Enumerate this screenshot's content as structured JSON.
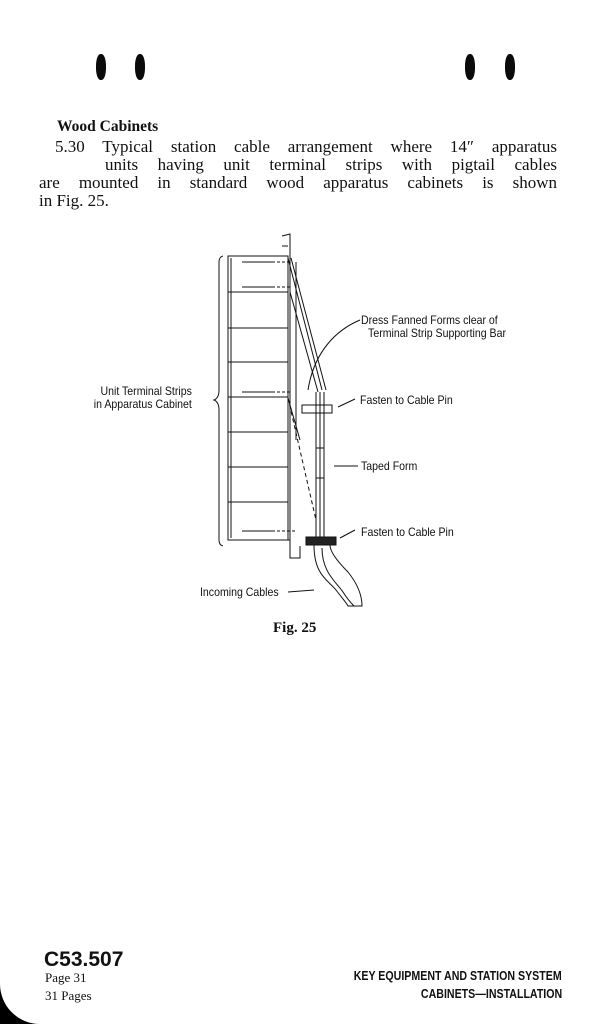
{
  "section": {
    "heading": "Wood Cabinets",
    "paragraph_lines": [
      "5.30   Typical station cable arrangement where 14″ apparatus",
      "units having unit terminal strips with pigtail cables",
      "are mounted in standard wood apparatus cabinets is shown",
      "in Fig. 25."
    ]
  },
  "figure": {
    "labels": {
      "strips_line1": "Unit Terminal Strips",
      "strips_line2": "in Apparatus Cabinet",
      "dress_line1": "Dress Fanned Forms clear of",
      "dress_line2": "Terminal Strip Supporting Bar",
      "fasten_top": "Fasten to Cable Pin",
      "taped": "Taped Form",
      "fasten_bottom": "Fasten to Cable Pin",
      "incoming": "Incoming Cables"
    },
    "caption": "Fig. 25"
  },
  "footer": {
    "doc_number": "C53.507",
    "page": "Page 31",
    "pages": "31 Pages",
    "title_line1": "KEY EQUIPMENT AND STATION SYSTEM",
    "title_line2": "CABINETS—INSTALLATION"
  }
}
